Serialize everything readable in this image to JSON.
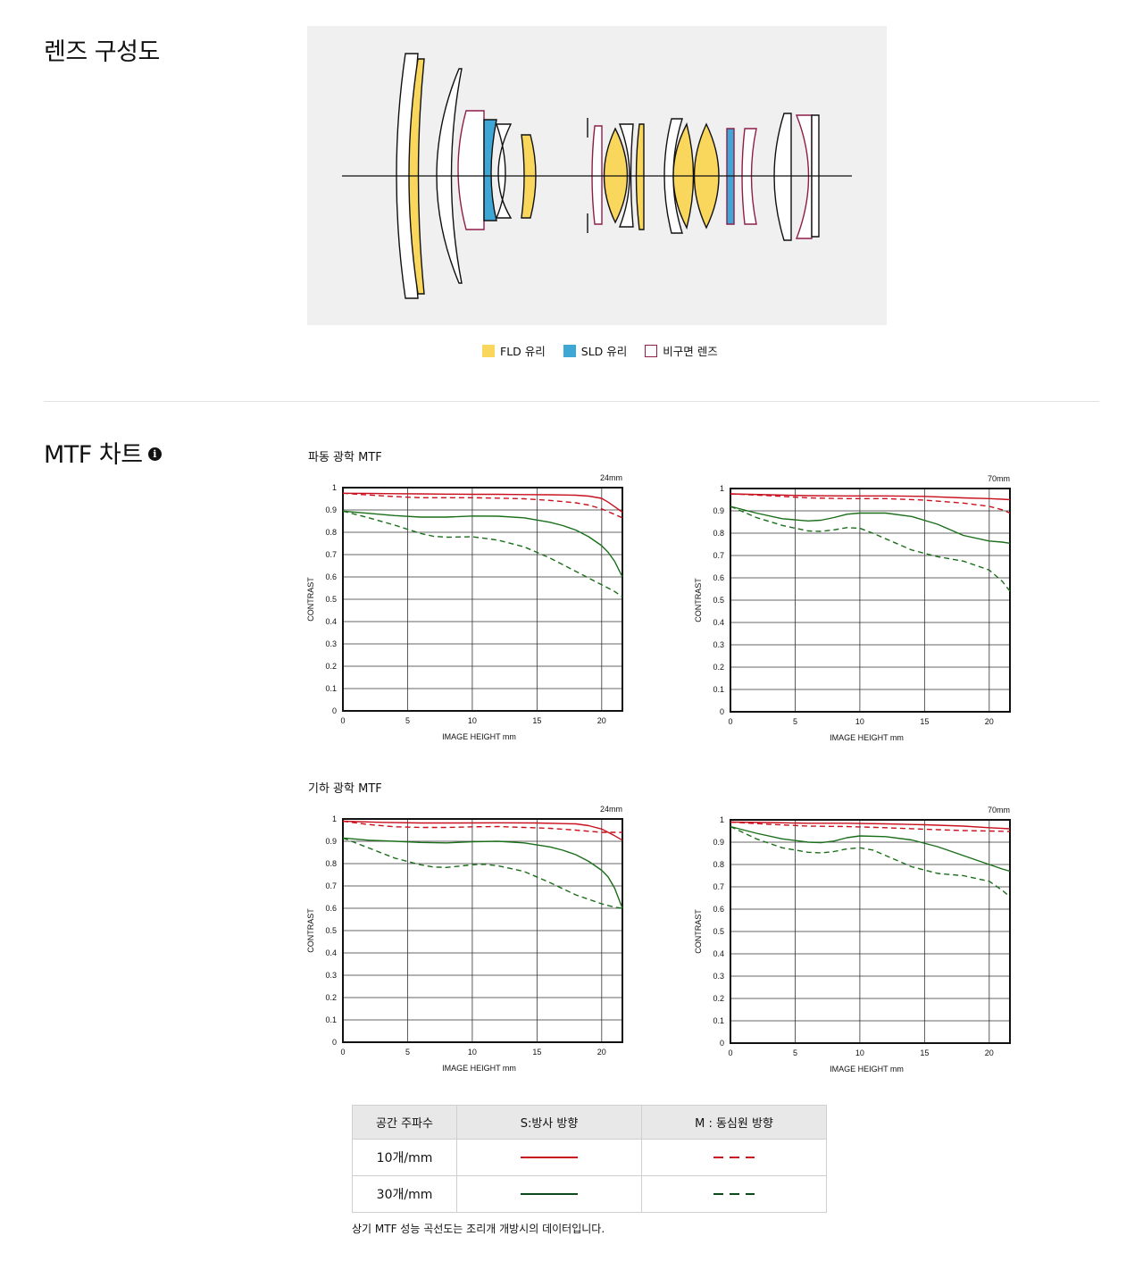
{
  "sections": {
    "lens": {
      "title": "렌즈 구성도"
    },
    "mtf": {
      "title": "MTF 차트",
      "info_icon": "info-icon"
    }
  },
  "lens_legend": [
    {
      "label": "FLD 유리",
      "color": "#f9d65c",
      "style": "fill"
    },
    {
      "label": "SLD 유리",
      "color": "#3ea7d6",
      "style": "fill"
    },
    {
      "label": "비구면 렌즈",
      "color": "#8e1d4a",
      "style": "outline"
    }
  ],
  "groups": [
    {
      "title": "파동 광학 MTF"
    },
    {
      "title": "기하 광학 MTF"
    }
  ],
  "colors": {
    "s10": "#c8101e",
    "m10": "#c8101e",
    "s30": "#1a6e1a",
    "m30": "#1a6e1a",
    "s10_key": "#c8101e",
    "s30_key": "#0b4a1d"
  },
  "chart_data": [
    {
      "type": "line",
      "group": "파동 광학 MTF",
      "focal": "24mm",
      "xlabel": "IMAGE HEIGHT   mm",
      "ylabel": "CONTRAST",
      "xlim": [
        0,
        21.6
      ],
      "ylim": [
        0,
        1
      ],
      "xticks": [
        0,
        5,
        10,
        15,
        20
      ],
      "yticks": [
        "0",
        "0.1",
        "0.2",
        "0.3",
        "0.4",
        "0.5",
        "0.6",
        "0.7",
        "0.8",
        "0.9",
        "1"
      ],
      "grid": true,
      "series": [
        {
          "key": "s10",
          "style": "solid",
          "x": [
            0,
            2,
            4,
            6,
            8,
            10,
            12,
            14,
            16,
            18,
            19,
            20,
            20.5,
            21,
            21.6
          ],
          "y": [
            0.975,
            0.974,
            0.973,
            0.972,
            0.971,
            0.97,
            0.97,
            0.969,
            0.968,
            0.966,
            0.962,
            0.952,
            0.935,
            0.915,
            0.89
          ]
        },
        {
          "key": "m10",
          "style": "dashed",
          "x": [
            0,
            2,
            4,
            6,
            8,
            10,
            12,
            14,
            16,
            18,
            19,
            20,
            21,
            21.6
          ],
          "y": [
            0.975,
            0.967,
            0.96,
            0.955,
            0.955,
            0.955,
            0.953,
            0.95,
            0.943,
            0.932,
            0.922,
            0.905,
            0.88,
            0.865
          ]
        },
        {
          "key": "s30",
          "style": "solid",
          "x": [
            0,
            2,
            4,
            6,
            8,
            10,
            12,
            14,
            16,
            17,
            18,
            19,
            20,
            20.5,
            21,
            21.6
          ],
          "y": [
            0.895,
            0.885,
            0.875,
            0.868,
            0.868,
            0.873,
            0.872,
            0.865,
            0.845,
            0.83,
            0.81,
            0.78,
            0.74,
            0.71,
            0.67,
            0.6
          ]
        },
        {
          "key": "m30",
          "style": "dashed",
          "x": [
            0,
            2,
            4,
            6,
            7,
            8,
            10,
            12,
            14,
            16,
            18,
            20,
            21,
            21.6
          ],
          "y": [
            0.895,
            0.865,
            0.832,
            0.795,
            0.782,
            0.778,
            0.78,
            0.765,
            0.735,
            0.685,
            0.625,
            0.565,
            0.535,
            0.51
          ]
        }
      ]
    },
    {
      "type": "line",
      "group": "파동 광학 MTF",
      "focal": "70mm",
      "xlabel": "IMAGE HEIGHT   mm",
      "ylabel": "CONTRAST",
      "xlim": [
        0,
        21.6
      ],
      "ylim": [
        0,
        1
      ],
      "xticks": [
        0,
        5,
        10,
        15,
        20
      ],
      "yticks": [
        "0",
        "0.1",
        "0.2",
        "0.3",
        "0.4",
        "0.5",
        "0.6",
        "0.7",
        "0.8",
        "0.9",
        "1"
      ],
      "grid": true,
      "series": [
        {
          "key": "s10",
          "style": "solid",
          "x": [
            0,
            3,
            6,
            9,
            12,
            15,
            18,
            20,
            21,
            21.6
          ],
          "y": [
            0.976,
            0.972,
            0.968,
            0.967,
            0.967,
            0.965,
            0.958,
            0.955,
            0.952,
            0.95
          ]
        },
        {
          "key": "m10",
          "style": "dashed",
          "x": [
            0,
            3,
            6,
            9,
            12,
            15,
            18,
            20,
            21,
            21.6
          ],
          "y": [
            0.976,
            0.968,
            0.958,
            0.955,
            0.955,
            0.948,
            0.935,
            0.92,
            0.905,
            0.89
          ]
        },
        {
          "key": "s30",
          "style": "solid",
          "x": [
            0,
            2,
            4,
            6,
            7,
            8,
            9,
            10,
            12,
            14,
            16,
            18,
            20,
            21,
            21.6
          ],
          "y": [
            0.92,
            0.89,
            0.865,
            0.855,
            0.858,
            0.87,
            0.885,
            0.89,
            0.89,
            0.875,
            0.84,
            0.79,
            0.765,
            0.76,
            0.755
          ]
        },
        {
          "key": "m30",
          "style": "dashed",
          "x": [
            0,
            2,
            4,
            6,
            7,
            8,
            9,
            10,
            11,
            12,
            14,
            16,
            18,
            20,
            21,
            21.6
          ],
          "y": [
            0.92,
            0.87,
            0.835,
            0.81,
            0.808,
            0.815,
            0.825,
            0.822,
            0.8,
            0.775,
            0.725,
            0.695,
            0.675,
            0.635,
            0.585,
            0.54
          ]
        }
      ]
    },
    {
      "type": "line",
      "group": "기하 광학 MTF",
      "focal": "24mm",
      "xlabel": "IMAGE HEIGHT   mm",
      "ylabel": "CONTRAST",
      "xlim": [
        0,
        21.6
      ],
      "ylim": [
        0,
        1
      ],
      "xticks": [
        0,
        5,
        10,
        15,
        20
      ],
      "yticks": [
        "0",
        "0.1",
        "0.2",
        "0.3",
        "0.4",
        "0.5",
        "0.6",
        "0.7",
        "0.8",
        "0.9",
        "1"
      ],
      "grid": true,
      "series": [
        {
          "key": "s10",
          "style": "solid",
          "x": [
            0,
            3,
            6,
            9,
            12,
            15,
            18,
            19,
            20,
            21,
            21.6
          ],
          "y": [
            0.99,
            0.985,
            0.982,
            0.982,
            0.983,
            0.982,
            0.978,
            0.97,
            0.955,
            0.925,
            0.905
          ]
        },
        {
          "key": "m10",
          "style": "dashed",
          "x": [
            0,
            2,
            4,
            6,
            8,
            10,
            12,
            14,
            16,
            18,
            20,
            21.6
          ],
          "y": [
            0.99,
            0.975,
            0.965,
            0.962,
            0.962,
            0.965,
            0.966,
            0.962,
            0.958,
            0.95,
            0.94,
            0.94
          ]
        },
        {
          "key": "s30",
          "style": "solid",
          "x": [
            0,
            2,
            4,
            6,
            8,
            10,
            12,
            14,
            16,
            17,
            18,
            19,
            20,
            20.5,
            21,
            21.6
          ],
          "y": [
            0.915,
            0.905,
            0.9,
            0.895,
            0.893,
            0.898,
            0.9,
            0.893,
            0.875,
            0.86,
            0.84,
            0.81,
            0.77,
            0.74,
            0.69,
            0.6
          ]
        },
        {
          "key": "m30",
          "style": "dashed",
          "x": [
            0,
            2,
            4,
            6,
            7,
            8,
            10,
            11,
            12,
            14,
            16,
            18,
            20,
            21,
            21.6
          ],
          "y": [
            0.915,
            0.87,
            0.825,
            0.795,
            0.785,
            0.783,
            0.795,
            0.797,
            0.79,
            0.765,
            0.715,
            0.66,
            0.62,
            0.605,
            0.6
          ]
        }
      ]
    },
    {
      "type": "line",
      "group": "기하 광학 MTF",
      "focal": "70mm",
      "xlabel": "IMAGE HEIGHT   mm",
      "ylabel": "CONTRAST",
      "xlim": [
        0,
        21.6
      ],
      "ylim": [
        0,
        1
      ],
      "xticks": [
        0,
        5,
        10,
        15,
        20
      ],
      "yticks": [
        "0",
        "0.1",
        "0.2",
        "0.3",
        "0.4",
        "0.5",
        "0.6",
        "0.7",
        "0.8",
        "0.9",
        "1"
      ],
      "grid": true,
      "series": [
        {
          "key": "s10",
          "style": "solid",
          "x": [
            0,
            3,
            6,
            9,
            12,
            15,
            18,
            20,
            21.6
          ],
          "y": [
            0.99,
            0.988,
            0.985,
            0.985,
            0.982,
            0.978,
            0.972,
            0.965,
            0.96
          ]
        },
        {
          "key": "m10",
          "style": "dashed",
          "x": [
            0,
            3,
            6,
            9,
            12,
            15,
            18,
            20,
            21.6
          ],
          "y": [
            0.99,
            0.98,
            0.972,
            0.97,
            0.965,
            0.958,
            0.952,
            0.95,
            0.948
          ]
        },
        {
          "key": "s30",
          "style": "solid",
          "x": [
            0,
            2,
            4,
            6,
            7,
            8,
            9,
            10,
            12,
            14,
            16,
            18,
            20,
            21,
            21.6
          ],
          "y": [
            0.97,
            0.94,
            0.915,
            0.9,
            0.898,
            0.905,
            0.92,
            0.928,
            0.925,
            0.91,
            0.88,
            0.84,
            0.8,
            0.78,
            0.77
          ]
        },
        {
          "key": "m30",
          "style": "dashed",
          "x": [
            0,
            2,
            4,
            6,
            7,
            8,
            9,
            10,
            11,
            12,
            14,
            16,
            18,
            20,
            21,
            21.6
          ],
          "y": [
            0.97,
            0.915,
            0.875,
            0.855,
            0.852,
            0.858,
            0.87,
            0.875,
            0.865,
            0.84,
            0.79,
            0.76,
            0.75,
            0.725,
            0.685,
            0.655
          ]
        }
      ]
    }
  ],
  "key_table": {
    "headers": [
      "공간 주파수",
      "S:방사 방향",
      "M : 동심원 방향"
    ],
    "rows": [
      {
        "label": "10개/mm",
        "s_color": "#c8101e",
        "m_color": "#c8101e"
      },
      {
        "label": "30개/mm",
        "s_color": "#0b4a1d",
        "m_color": "#0b4a1d"
      }
    ]
  },
  "note": "상기 MTF 성능 곡선도는 조리개 개방시의 데이터입니다."
}
